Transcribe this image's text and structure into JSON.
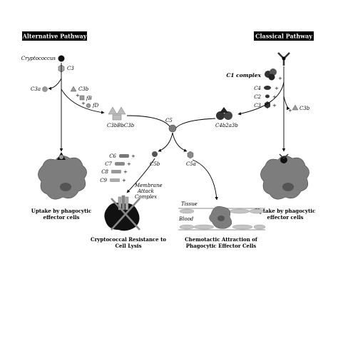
{
  "headers": {
    "alternative": "Alternative Pathway",
    "classical": "Classical Pathway"
  },
  "alternative": {
    "cryptococcus": "Cryptococcus",
    "c3": "C3",
    "c3a": "C3a",
    "c3b": "C3b",
    "fb": "fB",
    "fd": "fD",
    "convertase": "C3bBbC3b",
    "uptake_line1": "Uptake by phagocytic",
    "uptake_line2": "effector cells"
  },
  "classical": {
    "c1_complex": "C1 complex",
    "c4": "C4",
    "c2": "C2",
    "c3": "C3",
    "c3b": "C3b",
    "convertase": "C4b2a3b",
    "uptake_line1": "Uptake by phagocytic",
    "uptake_line2": "effector cells"
  },
  "center": {
    "c5": "C5",
    "c5b": "C5b",
    "c5a": "C5a",
    "c6": "C6",
    "c7": "C7",
    "c8": "C8",
    "c9": "C9",
    "mac_line1": "Membrane",
    "mac_line2": "Attack",
    "mac_line3": "Complex",
    "resistance_line1": "Cryptococcal Resistance to",
    "resistance_line2": "Cell Lysis",
    "tissue": "Tissue",
    "blood": "Blood",
    "chemo_line1": "Chemotactic Attraction of",
    "chemo_line2": "Phagocytic Effector Cells"
  },
  "plus_sign": "+",
  "colors": {
    "dark": "#1a1a1a",
    "mid": "#555555",
    "grey": "#8a8a8a",
    "light": "#b5b5b5",
    "header_bg": "#000000"
  }
}
